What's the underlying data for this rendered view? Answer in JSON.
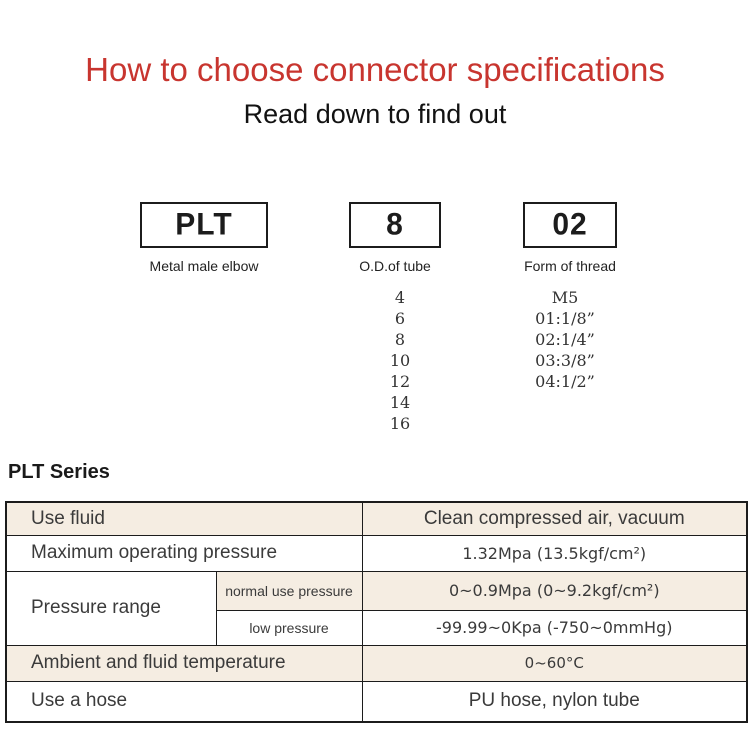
{
  "header": {
    "title": "How to choose connector specifications",
    "subtitle": "Read down to find out"
  },
  "selector": {
    "boxes": [
      {
        "code": "PLT",
        "label": "Metal male elbow"
      },
      {
        "code": "8",
        "label": "O.D.of tube",
        "options": [
          "4",
          "6",
          "8",
          "10",
          "12",
          "14",
          "16"
        ]
      },
      {
        "code": "02",
        "label": "Form of thread",
        "options": [
          "M5",
          "01:1/8”",
          "02:1/4”",
          "03:3/8”",
          "04:1/2”"
        ]
      }
    ]
  },
  "series": {
    "heading": "PLT Series"
  },
  "spec_table": {
    "use_fluid": {
      "label": "Use fluid",
      "value": "Clean compressed air, vacuum"
    },
    "max_pressure": {
      "label": "Maximum operating pressure",
      "value": "1.32Mpa  (13.5kgf/cm²)"
    },
    "pressure_range": {
      "label": "Pressure range",
      "normal": {
        "label": "normal use pressure",
        "value": "0~0.9Mpa  (0~9.2kgf/cm²)"
      },
      "low": {
        "label": "low pressure",
        "value": "-99.99~0Kpa  (-750~0mmHg)"
      }
    },
    "temperature": {
      "label": "Ambient and fluid temperature",
      "value": "0~60°C"
    },
    "hose": {
      "label": "Use a hose",
      "value": "PU hose, nylon tube"
    }
  },
  "colors": {
    "accent_red": "#c8352f",
    "row_cream": "#f5ede2",
    "border_dark": "#1c1c1c"
  }
}
